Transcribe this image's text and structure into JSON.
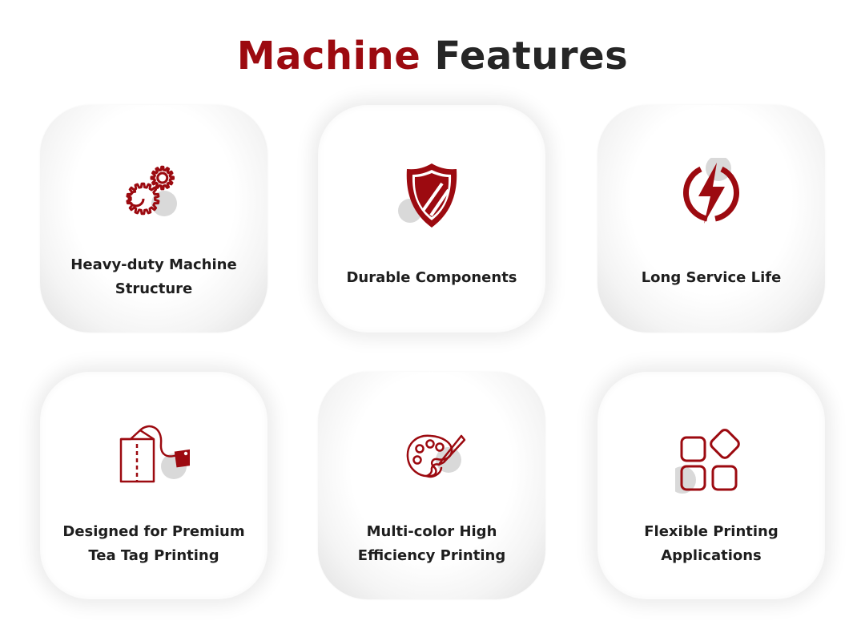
{
  "title": {
    "accent": "Machine",
    "rest": "Features"
  },
  "colors": {
    "accent": "#9c0a10",
    "text": "#1e1e1e",
    "deco": "#d9d9d9"
  },
  "features": [
    {
      "icon": "gears-icon",
      "label": "Heavy-duty Machine\nStructure"
    },
    {
      "icon": "shield-icon",
      "label": "Durable Components"
    },
    {
      "icon": "power-bolt-icon",
      "label": "Long Service Life"
    },
    {
      "icon": "tea-bag-icon",
      "label": "Designed for Premium\nTea Tag Printing"
    },
    {
      "icon": "palette-icon",
      "label": "Multi-color High\nEfficiency Printing"
    },
    {
      "icon": "apps-grid-icon",
      "label": "Flexible Printing\nApplications"
    }
  ]
}
